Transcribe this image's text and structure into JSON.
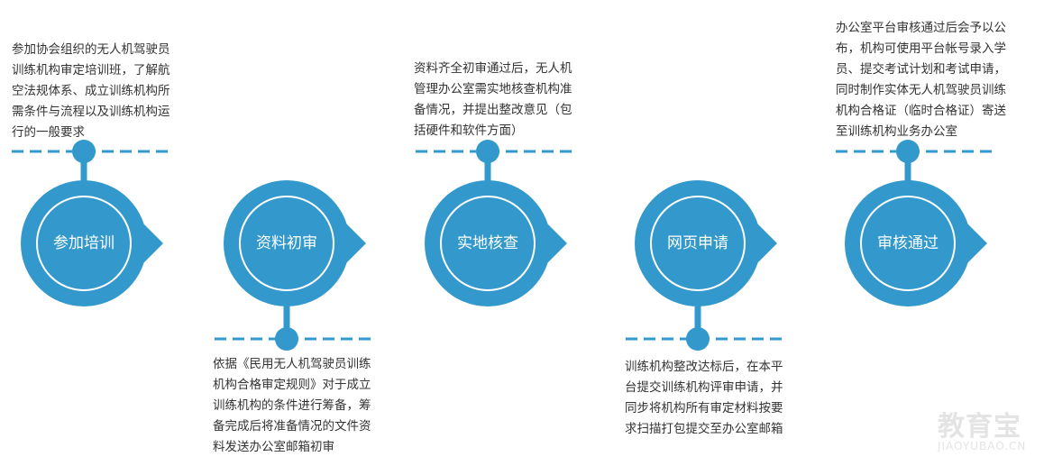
{
  "steps": [
    {
      "label": "参加培训",
      "desc_lines": [
        "参加协会组织的无人机驾驶员",
        "训练机构审定培训班，了解航",
        "空法规体系、成立训练机构所",
        "需条件与流程以及训练机构运",
        "行的一般要求"
      ]
    },
    {
      "label": "资料初审",
      "desc_lines": [
        "依据《民用无人机驾驶员训练",
        "机构合格审定规则》对于成立",
        "训练机构的条件进行筹备，筹",
        "备完成后将准备情况的文件资",
        "料发送办公室邮箱初审"
      ]
    },
    {
      "label": "实地核查",
      "desc_lines": [
        "资料齐全初审通过后，无人机",
        "管理办公室需实地核查机构准",
        "备情况，并提出整改意见（包",
        "括硬件和软件方面）"
      ]
    },
    {
      "label": "网页申请",
      "desc_lines": [
        "训练机构整改达标后，在本平",
        "台提交训练机构评审申请，并",
        "同步将机构所有审定材料按要",
        "求扫描打包提交至办公室邮箱"
      ]
    },
    {
      "label": "审核通过",
      "desc_lines": [
        "办公室平台审核通过后会予以公",
        "布，机构可使用平台帐号录入学",
        "员、提交考试计划和考试申请，",
        "同时制作实体无人机驾驶员训练",
        "机构合格证（临时合格证）寄送",
        "至训练机构业务办公室"
      ]
    }
  ],
  "watermark": {
    "main": "教育宝",
    "sub": "JIAOYUBAO.CN"
  },
  "colors": {
    "accent": "#3399cc",
    "text": "#333333"
  }
}
